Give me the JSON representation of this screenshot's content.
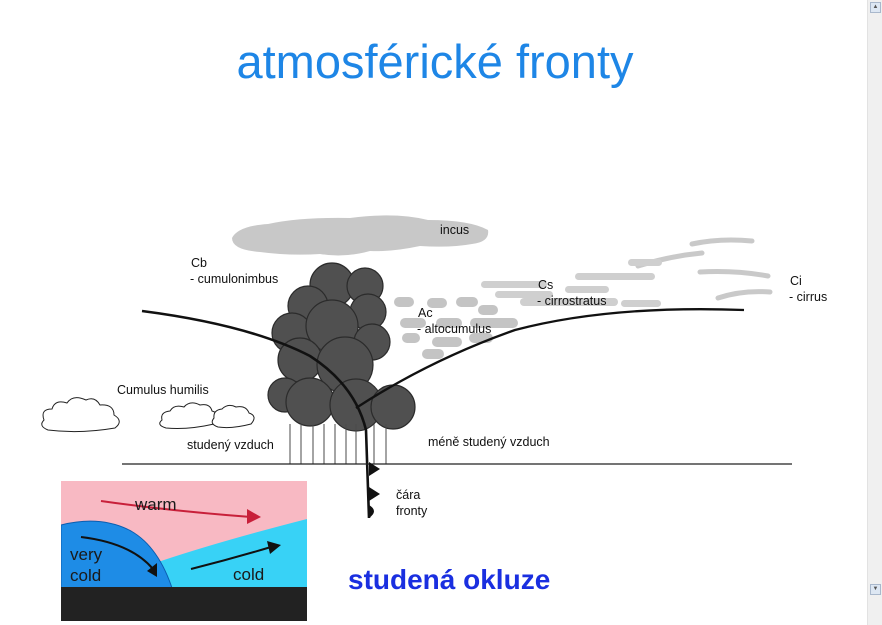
{
  "title": "atmosférické fronty",
  "labels": {
    "incus": "incus",
    "cb_abbr": "Cb",
    "cb_name": "- cumulonimbus",
    "cs_abbr": "Cs",
    "cs_name": "- cirrostratus",
    "ac_abbr": "Ac",
    "ac_name": "- altocumulus",
    "ci_abbr": "Ci",
    "ci_name": "- cirrus",
    "cumulus": "Cumulus humilis",
    "cold_air": "studený vzduch",
    "less_cold_air": "méně studený vzduch",
    "front_line_1": "čára",
    "front_line_2": "fronty"
  },
  "inset": {
    "warm": "warm",
    "very_1": "very",
    "very_2": "cold",
    "cold": "cold",
    "colors": {
      "warm": "#f8b9c3",
      "very_cold": "#1e8ce6",
      "cold": "#38d2f6",
      "ground": "#222222"
    }
  },
  "subtitle": "studená okluze"
}
